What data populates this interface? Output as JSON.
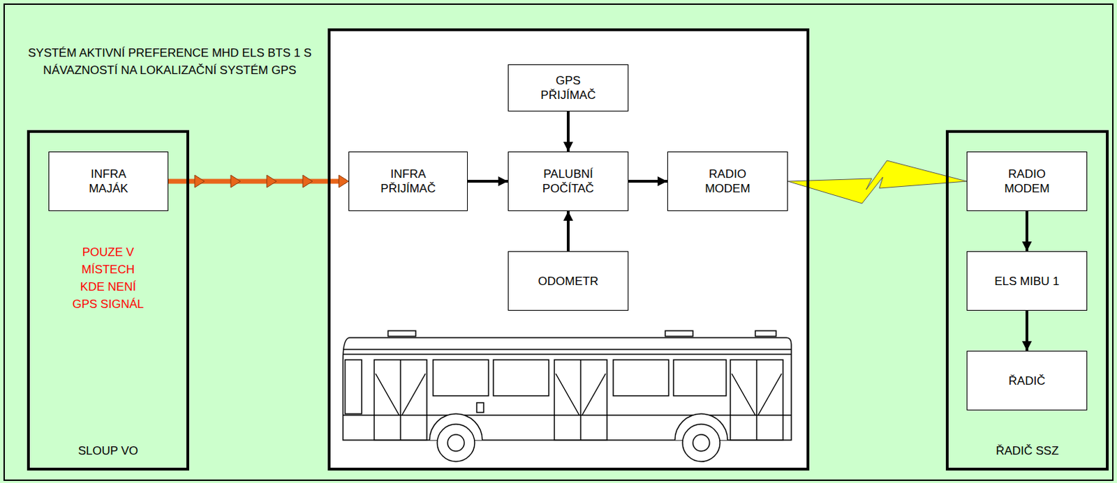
{
  "diagram": {
    "title": "SYSTÉM AKTIVNÍ PREFERENCE MHD ELS BTS 1 S NÁVAZNOSTÍ NA LOKALIZAČNÍ SYSTÉM GPS",
    "nodes": [
      {
        "text": [
          "POUZE V MÍSTECH KDE NENÍ GPS SIGNÁL",
          "SLOUP VO"
        ]
      },
      {
        "text": [
          "INFRA MAJÁK"
        ],
        "in": 0
      },
      {
        "text": []
      },
      {
        "text": [
          "INFRA PŘIJÍMAČ"
        ],
        "in": 2
      },
      {
        "text": [
          "GPS PŘIJÍMAČ"
        ],
        "in": 2
      },
      {
        "text": [
          "PALUBNÍ POČÍTAČ"
        ],
        "in": 2
      },
      {
        "text": [
          "ODOMETR"
        ],
        "in": 2
      },
      {
        "text": [
          "RADIO MODEM"
        ],
        "in": 2
      },
      {
        "text": [
          "ŘADIČ SSZ"
        ]
      },
      {
        "text": [
          "RADIO MODEM"
        ],
        "in": 8
      },
      {
        "text": [
          "ELS MIBU 1"
        ],
        "in": 8
      },
      {
        "text": [
          "ŘADIČ"
        ],
        "in": 8
      }
    ],
    "edges": [
      {
        "from": 1,
        "to": 3,
        "arrow": "to"
      },
      {
        "from": 3,
        "to": 5,
        "arrow": "to"
      },
      {
        "from": 4,
        "to": 5,
        "arrow": "to"
      },
      {
        "from": 6,
        "to": 5,
        "arrow": "to"
      },
      {
        "from": 5,
        "to": 7,
        "arrow": "to"
      },
      {
        "from": 7,
        "to": 9,
        "arrow": "none"
      },
      {
        "from": 9,
        "to": 10,
        "arrow": "to"
      },
      {
        "from": 10,
        "to": 11,
        "arrow": "to"
      }
    ]
  }
}
